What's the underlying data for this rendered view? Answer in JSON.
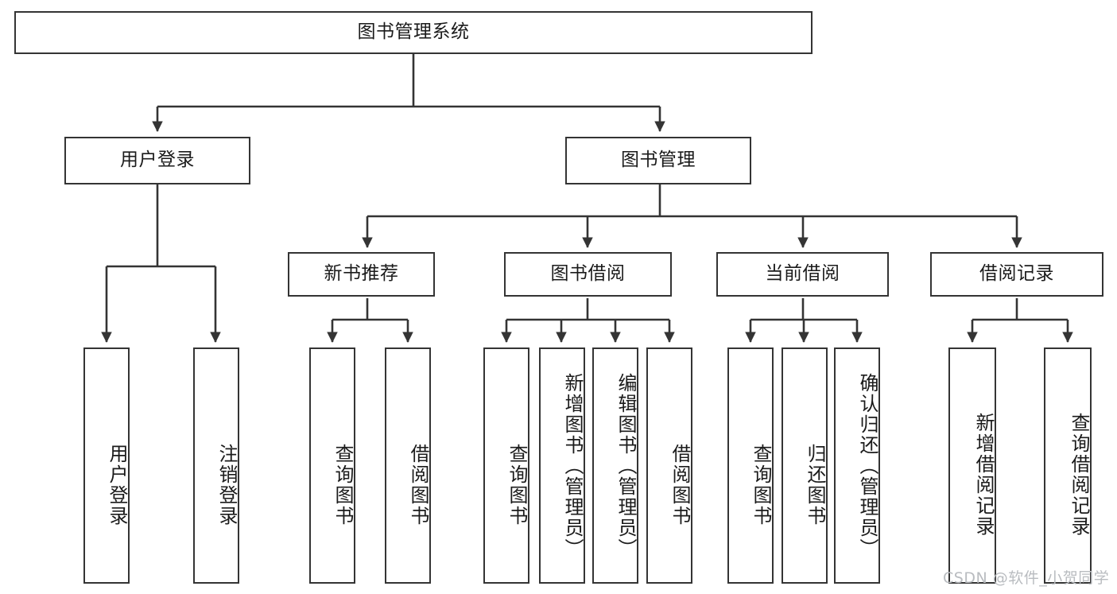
{
  "diagram": {
    "title": "图书管理系统",
    "type": "tree-hierarchy-diagram",
    "stroke_color": "#343434",
    "fill_color": "#ffffff",
    "text_color": "#1b1b1b",
    "root": {
      "label": "图书管理系统"
    },
    "level2": [
      {
        "label": "用户登录"
      },
      {
        "label": "图书管理"
      }
    ],
    "level3": [
      {
        "label": "新书推荐"
      },
      {
        "label": "图书借阅"
      },
      {
        "label": "当前借阅"
      },
      {
        "label": "借阅记录"
      }
    ],
    "leaves": {
      "user_login": [
        {
          "label": "用户登录"
        },
        {
          "label": "注销登录"
        }
      ],
      "new_book_recommend": [
        {
          "label": "查询图书"
        },
        {
          "label": "借阅图书"
        }
      ],
      "book_borrow": [
        {
          "label": "查询图书"
        },
        {
          "label": "新增图书（管理员）"
        },
        {
          "label": "编辑图书（管理员）"
        },
        {
          "label": "借阅图书"
        }
      ],
      "current_borrow": [
        {
          "label": "查询图书"
        },
        {
          "label": "归还图书"
        },
        {
          "label": "确认归还（管理员）"
        }
      ],
      "borrow_record": [
        {
          "label": "新增借阅记录"
        },
        {
          "label": "查询借阅记录"
        }
      ]
    }
  },
  "watermark": {
    "text": "CSDN @软件_小贺同学"
  }
}
